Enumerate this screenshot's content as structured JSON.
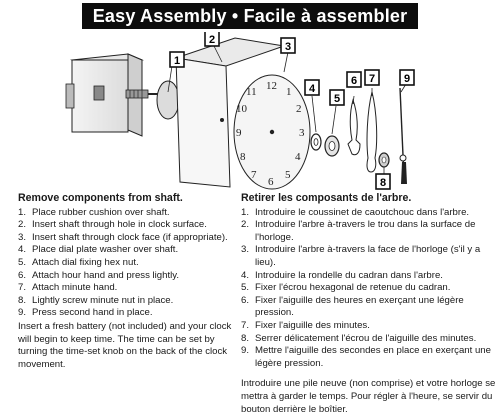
{
  "banner": {
    "title": "Easy Assembly • Facile à assembler"
  },
  "diagram": {
    "callouts": [
      "1",
      "2",
      "3",
      "4",
      "5",
      "6",
      "7",
      "8",
      "9"
    ],
    "dial_numerals": [
      "12",
      "1",
      "2",
      "3",
      "4",
      "5",
      "6",
      "7",
      "8",
      "9",
      "10",
      "11"
    ]
  },
  "english": {
    "heading": "Remove components from shaft.",
    "steps": [
      {
        "num": "1.",
        "text": "Place rubber cushion over shaft."
      },
      {
        "num": "2.",
        "text": "Insert shaft through hole in clock surface."
      },
      {
        "num": "3.",
        "text": "Insert shaft through clock face (if appropriate)."
      },
      {
        "num": "4.",
        "text": "Place dial plate washer over shaft."
      },
      {
        "num": "5.",
        "text": "Attach dial fixing hex nut."
      },
      {
        "num": "6.",
        "text": "Attach hour hand and press lightly."
      },
      {
        "num": "7.",
        "text": "Attach minute hand."
      },
      {
        "num": "8.",
        "text": "Lightly screw minute nut in place."
      },
      {
        "num": "9.",
        "text": "Press second hand in place."
      }
    ],
    "note": "Insert a fresh battery (not included) and your clock will begin to keep time. The time can be set by turning the time-set knob on the back of the clock movement."
  },
  "french": {
    "heading": "Retirer les composants de l'arbre.",
    "steps": [
      {
        "num": "1.",
        "text": "Introduire le coussinet de caoutchouc dans l'arbre."
      },
      {
        "num": "2.",
        "text": "Introduire l'arbre à-travers le trou dans la surface de l'horloge."
      },
      {
        "num": "3.",
        "text": "Introduire l'arbre à-travers la face de l'horloge (s'il y a lieu)."
      },
      {
        "num": "4.",
        "text": "Introduire la rondelle du cadran dans l'arbre."
      },
      {
        "num": "5.",
        "text": "Fixer l'écrou hexagonal de retenue du cadran."
      },
      {
        "num": "6.",
        "text": "Fixer l'aiguille des heures en exerçant une légère pression."
      },
      {
        "num": "7.",
        "text": "Fixer l'aiguille des minutes."
      },
      {
        "num": "8.",
        "text": "Serrer délicatement l'écrou de l'aiguille des minutes."
      },
      {
        "num": "9.",
        "text": "Mettre l'aiguille des secondes en place en exerçant une légère pression."
      }
    ],
    "note": "Introduire une pile neuve (non comprise) et votre horloge se mettra à garder le temps. Pour régler à l'heure, se servir du bouton derrière le boîtier."
  }
}
